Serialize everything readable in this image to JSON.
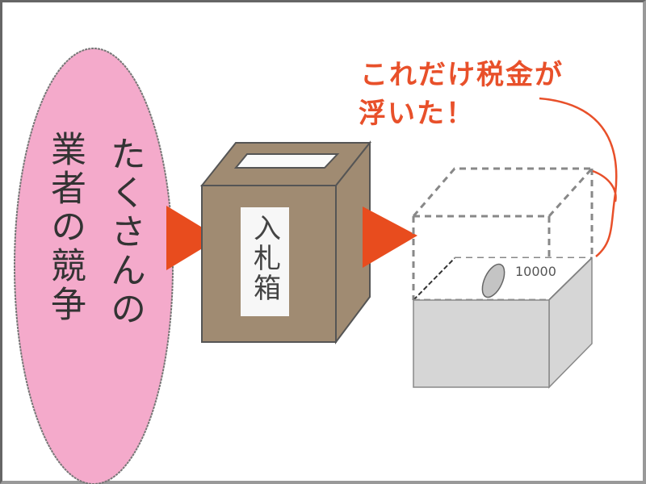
{
  "competition_bubble": {
    "line1": "たくさんの",
    "line2": "業者の競争",
    "fill_color": "#f4aacb"
  },
  "bid_box": {
    "label": "入札箱",
    "fill_color": "#a08b72"
  },
  "savings_box": {
    "bill_value": "10000",
    "fill_color": "#d6d6d6"
  },
  "annotation": {
    "line1": "これだけ税金が",
    "line2": "浮いた！",
    "color": "#e8502a"
  },
  "arrows": {
    "color": "#e84c1e"
  }
}
